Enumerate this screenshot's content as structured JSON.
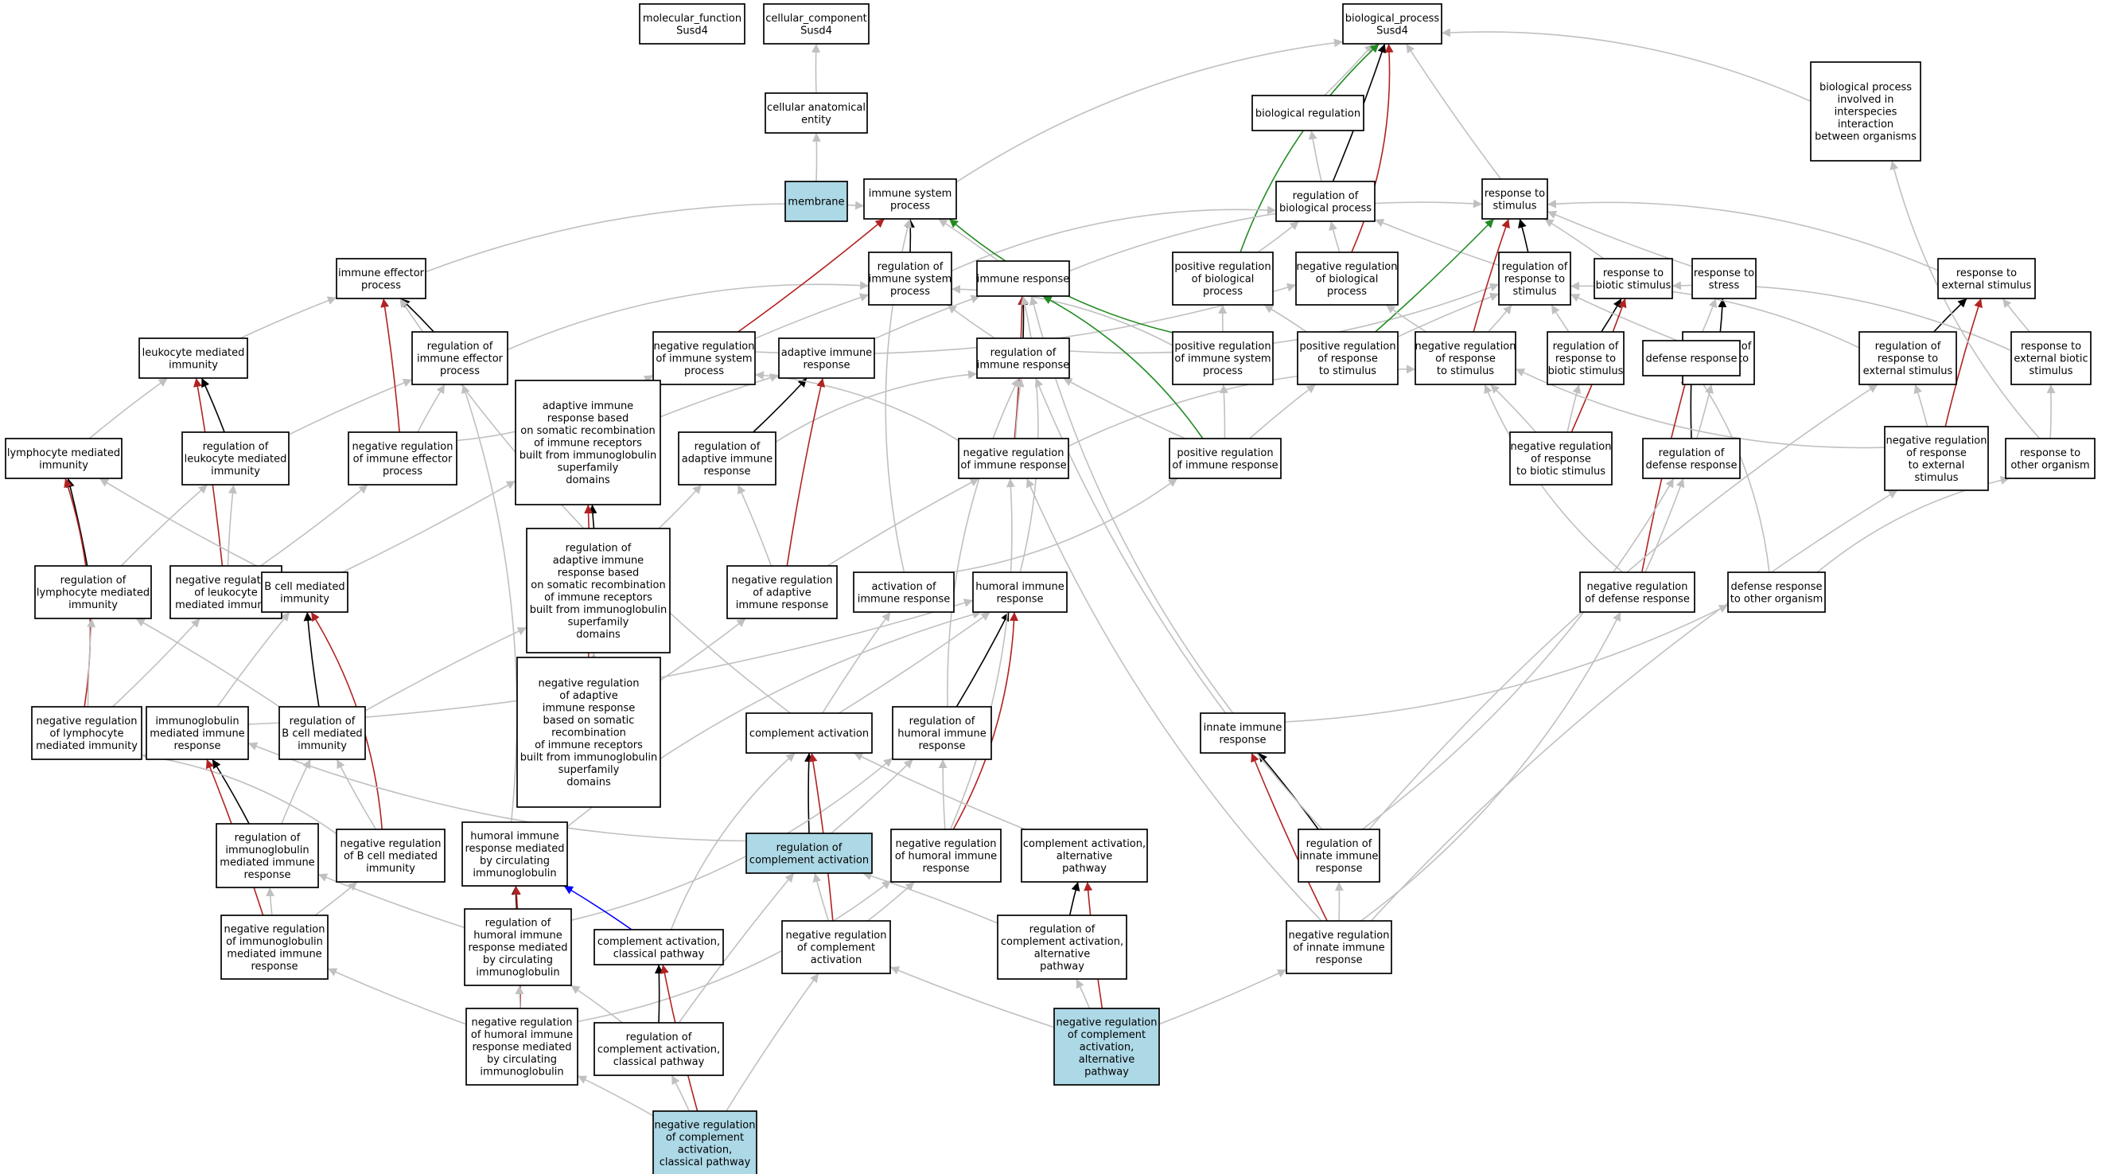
{
  "graph": {
    "title": "",
    "colors": {
      "is_a": "#c0c0c0",
      "part_of": "#000000",
      "regulates": "#000000",
      "negatively_regulates": "#b22222",
      "positively_regulates": "#228b22",
      "occurs_in": "#0000ff",
      "node_fill": "#ffffff",
      "highlight_fill": "#add8e6"
    },
    "nodes": [
      {
        "id": "mf",
        "label": "molecular_function\nSusd4"
      },
      {
        "id": "cc",
        "label": "cellular_component\nSusd4"
      },
      {
        "id": "bp",
        "label": "biological_process\nSusd4"
      },
      {
        "id": "cae",
        "label": "cellular anatomical\nentity"
      },
      {
        "id": "membrane",
        "label": "membrane",
        "highlight": true
      },
      {
        "id": "br",
        "label": "biological regulation"
      },
      {
        "id": "bpii",
        "label": "biological process\ninvolved in\ninterspecies\ninteraction\nbetween organisms"
      },
      {
        "id": "isp",
        "label": "immune system\nprocess"
      },
      {
        "id": "rbp",
        "label": "regulation of\nbiological process"
      },
      {
        "id": "rts",
        "label": "response to\nstimulus"
      },
      {
        "id": "iep",
        "label": "immune effector\nprocess"
      },
      {
        "id": "risp",
        "label": "regulation of\nimmune system\nprocess"
      },
      {
        "id": "ir",
        "label": "immune response"
      },
      {
        "id": "prbp",
        "label": "positive regulation\nof biological\nprocess"
      },
      {
        "id": "nrbp",
        "label": "negative regulation\nof biological\nprocess"
      },
      {
        "id": "rrts",
        "label": "regulation of\nresponse to\nstimulus"
      },
      {
        "id": "rtbs",
        "label": "response to\nbiotic stimulus"
      },
      {
        "id": "rtstress",
        "label": "response to\nstress"
      },
      {
        "id": "rtes",
        "label": "response to\nexternal stimulus"
      },
      {
        "id": "lmi",
        "label": "leukocyte mediated\nimmunity"
      },
      {
        "id": "riep",
        "label": "regulation of\nimmune effector\nprocess"
      },
      {
        "id": "nrisp",
        "label": "negative regulation\nof immune system\nprocess"
      },
      {
        "id": "air",
        "label": "adaptive immune\nresponse"
      },
      {
        "id": "rir",
        "label": "regulation of\nimmune response"
      },
      {
        "id": "prisp",
        "label": "positive regulation\nof immune system\nprocess"
      },
      {
        "id": "prrts",
        "label": "positive regulation\nof response\nto stimulus"
      },
      {
        "id": "nrrts",
        "label": "negative regulation\nof response\nto stimulus"
      },
      {
        "id": "rrtbs",
        "label": "regulation of\nresponse to\nbiotic stimulus"
      },
      {
        "id": "rrtstress",
        "label": "regulation of\nresponse to\nstress"
      },
      {
        "id": "dr",
        "label": "defense response"
      },
      {
        "id": "rrtes",
        "label": "regulation of\nresponse to\nexternal stimulus"
      },
      {
        "id": "rtebs",
        "label": "response to\nexternal biotic\nstimulus"
      },
      {
        "id": "lymi",
        "label": "lymphocyte mediated\nimmunity"
      },
      {
        "id": "rlmi",
        "label": "regulation of\nleukocyte mediated\nimmunity"
      },
      {
        "id": "nriep",
        "label": "negative regulation\nof immune effector\nprocess"
      },
      {
        "id": "airbsr",
        "label": "adaptive immune\nresponse based\non somatic recombination\nof immune receptors\nbuilt from immunoglobulin\nsuperfamily\ndomains"
      },
      {
        "id": "rair",
        "label": "regulation of\nadaptive immune\nresponse"
      },
      {
        "id": "nrir",
        "label": "negative regulation\nof immune response"
      },
      {
        "id": "prir",
        "label": "positive regulation\nof immune response"
      },
      {
        "id": "nrrtbs",
        "label": "negative regulation\nof response\nto biotic stimulus"
      },
      {
        "id": "rdr",
        "label": "regulation of\ndefense response"
      },
      {
        "id": "nrrtes",
        "label": "negative regulation\nof response\nto external\nstimulus"
      },
      {
        "id": "rtoo",
        "label": "response to\nother organism"
      },
      {
        "id": "rlymi",
        "label": "regulation of\nlymphocyte mediated\nimmunity"
      },
      {
        "id": "nrlmi",
        "label": "negative regulation\nof leukocyte\nmediated immunity"
      },
      {
        "id": "bcmi",
        "label": "B cell mediated\nimmunity"
      },
      {
        "id": "rairbsr",
        "label": "regulation of\nadaptive immune\nresponse based\non somatic recombination\nof immune receptors\nbuilt from immunoglobulin\nsuperfamily\ndomains"
      },
      {
        "id": "nrair",
        "label": "negative regulation\nof adaptive\nimmune response"
      },
      {
        "id": "aoir",
        "label": "activation of\nimmune response"
      },
      {
        "id": "hir",
        "label": "humoral immune\nresponse"
      },
      {
        "id": "nrdr",
        "label": "negative regulation\nof defense response"
      },
      {
        "id": "drtoo",
        "label": "defense response\nto other organism"
      },
      {
        "id": "nrlymi",
        "label": "negative regulation\nof lymphocyte\nmediated immunity"
      },
      {
        "id": "imir",
        "label": "immunoglobulin\nmediated immune\nresponse"
      },
      {
        "id": "rbcmi",
        "label": "regulation of\nB cell mediated\nimmunity"
      },
      {
        "id": "nrairbsr",
        "label": "negative regulation\nof adaptive\nimmune response\nbased on somatic\nrecombination\nof immune receptors\nbuilt from immunoglobulin\nsuperfamily\ndomains"
      },
      {
        "id": "ca",
        "label": "complement activation"
      },
      {
        "id": "rhir",
        "label": "regulation of\nhumoral immune\nresponse"
      },
      {
        "id": "iir",
        "label": "innate immune\nresponse"
      },
      {
        "id": "rimir",
        "label": "regulation of\nimmunoglobulin\nmediated immune\nresponse"
      },
      {
        "id": "nrbcmi",
        "label": "negative regulation\nof B cell mediated\nimmunity"
      },
      {
        "id": "hirmcig",
        "label": "humoral immune\nresponse mediated\nby circulating\nimmunoglobulin"
      },
      {
        "id": "rca",
        "label": "regulation of\ncomplement activation",
        "highlight": true
      },
      {
        "id": "nrhir",
        "label": "negative regulation\nof humoral immune\nresponse"
      },
      {
        "id": "caap",
        "label": "complement activation,\nalternative\npathway"
      },
      {
        "id": "riir",
        "label": "regulation of\ninnate immune\nresponse"
      },
      {
        "id": "nrimir",
        "label": "negative regulation\nof immunoglobulin\nmediated immune\nresponse"
      },
      {
        "id": "rhirmcig",
        "label": "regulation of\nhumoral immune\nresponse mediated\nby circulating\nimmunoglobulin"
      },
      {
        "id": "cacp",
        "label": "complement activation,\nclassical pathway"
      },
      {
        "id": "nrca",
        "label": "negative regulation\nof complement\nactivation"
      },
      {
        "id": "rcaap",
        "label": "regulation of\ncomplement activation,\nalternative\npathway"
      },
      {
        "id": "nriir",
        "label": "negative regulation\nof innate immune\nresponse"
      },
      {
        "id": "nrhirmcig",
        "label": "negative regulation\nof humoral immune\nresponse mediated\nby circulating\nimmunoglobulin"
      },
      {
        "id": "rcacp",
        "label": "regulation of\ncomplement activation,\nclassical pathway"
      },
      {
        "id": "nrcaap",
        "label": "negative regulation\nof complement\nactivation,\nalternative\npathway",
        "highlight": true
      },
      {
        "id": "nrcacp",
        "label": "negative regulation\nof complement\nactivation,\nclassical pathway",
        "highlight": true
      }
    ],
    "edges": [
      [
        "cae",
        "cc",
        "is_a"
      ],
      [
        "membrane",
        "cae",
        "is_a"
      ],
      [
        "isp",
        "bp",
        "is_a"
      ],
      [
        "br",
        "bp",
        "is_a"
      ],
      [
        "rbp",
        "br",
        "is_a"
      ],
      [
        "rbp",
        "bp",
        "regulates"
      ],
      [
        "rts",
        "bp",
        "is_a"
      ],
      [
        "bpii",
        "bp",
        "is_a"
      ],
      [
        "prbp",
        "bp",
        "positively_regulates"
      ],
      [
        "nrbp",
        "bp",
        "negatively_regulates"
      ],
      [
        "iep",
        "isp",
        "is_a"
      ],
      [
        "risp",
        "isp",
        "regulates"
      ],
      [
        "risp",
        "rbp",
        "is_a"
      ],
      [
        "ir",
        "isp",
        "is_a"
      ],
      [
        "ir",
        "rts",
        "is_a"
      ],
      [
        "prbp",
        "rbp",
        "is_a"
      ],
      [
        "nrbp",
        "rbp",
        "is_a"
      ],
      [
        "rrts",
        "rts",
        "regulates"
      ],
      [
        "rrts",
        "rbp",
        "is_a"
      ],
      [
        "rtbs",
        "rts",
        "is_a"
      ],
      [
        "rtstress",
        "rts",
        "is_a"
      ],
      [
        "rtes",
        "rts",
        "is_a"
      ],
      [
        "lmi",
        "iep",
        "is_a"
      ],
      [
        "riep",
        "iep",
        "regulates"
      ],
      [
        "riep",
        "risp",
        "is_a"
      ],
      [
        "nrisp",
        "isp",
        "negatively_regulates"
      ],
      [
        "nrisp",
        "risp",
        "is_a"
      ],
      [
        "nrisp",
        "nrbp",
        "is_a"
      ],
      [
        "air",
        "ir",
        "is_a"
      ],
      [
        "rir",
        "ir",
        "regulates"
      ],
      [
        "rir",
        "risp",
        "is_a"
      ],
      [
        "rir",
        "rrts",
        "is_a"
      ],
      [
        "prisp",
        "isp",
        "positively_regulates"
      ],
      [
        "prisp",
        "risp",
        "is_a"
      ],
      [
        "prisp",
        "prbp",
        "is_a"
      ],
      [
        "prrts",
        "rts",
        "positively_regulates"
      ],
      [
        "prrts",
        "rrts",
        "is_a"
      ],
      [
        "prrts",
        "prbp",
        "is_a"
      ],
      [
        "nrrts",
        "rts",
        "negatively_regulates"
      ],
      [
        "nrrts",
        "rrts",
        "is_a"
      ],
      [
        "nrrts",
        "nrbp",
        "is_a"
      ],
      [
        "rrtbs",
        "rtbs",
        "regulates"
      ],
      [
        "rrtbs",
        "rrts",
        "is_a"
      ],
      [
        "rrtstress",
        "rtstress",
        "regulates"
      ],
      [
        "rrtstress",
        "rrts",
        "is_a"
      ],
      [
        "dr",
        "rtstress",
        "is_a"
      ],
      [
        "rrtes",
        "rtes",
        "regulates"
      ],
      [
        "rrtes",
        "rrts",
        "is_a"
      ],
      [
        "rtebs",
        "rtes",
        "is_a"
      ],
      [
        "rtebs",
        "rtbs",
        "is_a"
      ],
      [
        "lymi",
        "lmi",
        "is_a"
      ],
      [
        "rlmi",
        "lmi",
        "regulates"
      ],
      [
        "rlmi",
        "riep",
        "is_a"
      ],
      [
        "nriep",
        "iep",
        "negatively_regulates"
      ],
      [
        "nriep",
        "riep",
        "is_a"
      ],
      [
        "nriep",
        "nrisp",
        "is_a"
      ],
      [
        "airbsr",
        "air",
        "is_a"
      ],
      [
        "rair",
        "air",
        "regulates"
      ],
      [
        "rair",
        "rir",
        "is_a"
      ],
      [
        "nrir",
        "ir",
        "negatively_regulates"
      ],
      [
        "nrir",
        "rir",
        "is_a"
      ],
      [
        "nrir",
        "nrisp",
        "is_a"
      ],
      [
        "nrir",
        "nrrts",
        "is_a"
      ],
      [
        "prir",
        "ir",
        "positively_regulates"
      ],
      [
        "prir",
        "rir",
        "is_a"
      ],
      [
        "prir",
        "prisp",
        "is_a"
      ],
      [
        "prir",
        "prrts",
        "is_a"
      ],
      [
        "nrrtbs",
        "rtbs",
        "negatively_regulates"
      ],
      [
        "nrrtbs",
        "rrtbs",
        "is_a"
      ],
      [
        "nrrtbs",
        "nrrts",
        "is_a"
      ],
      [
        "rdr",
        "dr",
        "regulates"
      ],
      [
        "rdr",
        "rrtstress",
        "is_a"
      ],
      [
        "nrrtes",
        "rtes",
        "negatively_regulates"
      ],
      [
        "nrrtes",
        "rrtes",
        "is_a"
      ],
      [
        "nrrtes",
        "nrrts",
        "is_a"
      ],
      [
        "rtoo",
        "rtebs",
        "is_a"
      ],
      [
        "rtoo",
        "bpii",
        "is_a"
      ],
      [
        "rlymi",
        "lymi",
        "regulates"
      ],
      [
        "rlymi",
        "rlmi",
        "is_a"
      ],
      [
        "nrlmi",
        "lmi",
        "negatively_regulates"
      ],
      [
        "nrlmi",
        "rlmi",
        "is_a"
      ],
      [
        "nrlmi",
        "nriep",
        "is_a"
      ],
      [
        "bcmi",
        "lymi",
        "is_a"
      ],
      [
        "bcmi",
        "airbsr",
        "is_a"
      ],
      [
        "rairbsr",
        "airbsr",
        "regulates"
      ],
      [
        "rairbsr",
        "rair",
        "is_a"
      ],
      [
        "nrair",
        "air",
        "negatively_regulates"
      ],
      [
        "nrair",
        "rair",
        "is_a"
      ],
      [
        "nrair",
        "nrir",
        "is_a"
      ],
      [
        "aoir",
        "prir",
        "is_a"
      ],
      [
        "aoir",
        "isp",
        "is_a"
      ],
      [
        "hir",
        "ir",
        "is_a"
      ],
      [
        "nrdr",
        "dr",
        "negatively_regulates"
      ],
      [
        "nrdr",
        "rdr",
        "is_a"
      ],
      [
        "nrdr",
        "nrrts",
        "is_a"
      ],
      [
        "drtoo",
        "dr",
        "is_a"
      ],
      [
        "drtoo",
        "rtoo",
        "is_a"
      ],
      [
        "nrlymi",
        "lymi",
        "negatively_regulates"
      ],
      [
        "nrlymi",
        "rlymi",
        "is_a"
      ],
      [
        "nrlymi",
        "nrlmi",
        "is_a"
      ],
      [
        "imir",
        "bcmi",
        "is_a"
      ],
      [
        "imir",
        "hir",
        "is_a"
      ],
      [
        "rbcmi",
        "bcmi",
        "regulates"
      ],
      [
        "rbcmi",
        "rlymi",
        "is_a"
      ],
      [
        "rbcmi",
        "rairbsr",
        "is_a"
      ],
      [
        "nrairbsr",
        "airbsr",
        "negatively_regulates"
      ],
      [
        "nrairbsr",
        "rairbsr",
        "is_a"
      ],
      [
        "nrairbsr",
        "nrair",
        "is_a"
      ],
      [
        "ca",
        "aoir",
        "is_a"
      ],
      [
        "ca",
        "hir",
        "is_a"
      ],
      [
        "ca",
        "iep",
        "is_a"
      ],
      [
        "rhir",
        "hir",
        "regulates"
      ],
      [
        "rhir",
        "rir",
        "is_a"
      ],
      [
        "iir",
        "drtoo",
        "is_a"
      ],
      [
        "iir",
        "ir",
        "is_a"
      ],
      [
        "rimir",
        "imir",
        "regulates"
      ],
      [
        "rimir",
        "rbcmi",
        "is_a"
      ],
      [
        "nrbcmi",
        "bcmi",
        "negatively_regulates"
      ],
      [
        "nrbcmi",
        "rbcmi",
        "is_a"
      ],
      [
        "nrbcmi",
        "nrlymi",
        "is_a"
      ],
      [
        "hirmcig",
        "hir",
        "is_a"
      ],
      [
        "hirmcig",
        "riep",
        "is_a"
      ],
      [
        "rca",
        "ca",
        "regulates"
      ],
      [
        "rca",
        "rhir",
        "is_a"
      ],
      [
        "rca",
        "imir",
        "is_a"
      ],
      [
        "nrhir",
        "hir",
        "negatively_regulates"
      ],
      [
        "nrhir",
        "rhir",
        "is_a"
      ],
      [
        "nrhir",
        "nrir",
        "is_a"
      ],
      [
        "caap",
        "ca",
        "is_a"
      ],
      [
        "riir",
        "iir",
        "regulates"
      ],
      [
        "riir",
        "rir",
        "is_a"
      ],
      [
        "riir",
        "rdr",
        "is_a"
      ],
      [
        "riir",
        "rrtes",
        "is_a"
      ],
      [
        "nrimir",
        "imir",
        "negatively_regulates"
      ],
      [
        "nrimir",
        "rimir",
        "is_a"
      ],
      [
        "nrimir",
        "nrbcmi",
        "is_a"
      ],
      [
        "rhirmcig",
        "hirmcig",
        "regulates"
      ],
      [
        "rhirmcig",
        "rhir",
        "is_a"
      ],
      [
        "rhirmcig",
        "rimir",
        "is_a"
      ],
      [
        "cacp",
        "hirmcig",
        "occurs_in"
      ],
      [
        "cacp",
        "ca",
        "is_a"
      ],
      [
        "nrca",
        "ca",
        "negatively_regulates"
      ],
      [
        "nrca",
        "rca",
        "is_a"
      ],
      [
        "nrca",
        "nrhir",
        "is_a"
      ],
      [
        "rcaap",
        "caap",
        "regulates"
      ],
      [
        "rcaap",
        "rca",
        "is_a"
      ],
      [
        "nriir",
        "iir",
        "negatively_regulates"
      ],
      [
        "nriir",
        "riir",
        "is_a"
      ],
      [
        "nriir",
        "nrir",
        "is_a"
      ],
      [
        "nriir",
        "nrdr",
        "is_a"
      ],
      [
        "nriir",
        "nrrtes",
        "is_a"
      ],
      [
        "nrhirmcig",
        "hirmcig",
        "negatively_regulates"
      ],
      [
        "nrhirmcig",
        "rhirmcig",
        "is_a"
      ],
      [
        "nrhirmcig",
        "nrhir",
        "is_a"
      ],
      [
        "nrhirmcig",
        "nrimir",
        "is_a"
      ],
      [
        "rcacp",
        "cacp",
        "regulates"
      ],
      [
        "rcacp",
        "rca",
        "is_a"
      ],
      [
        "rcacp",
        "rhirmcig",
        "is_a"
      ],
      [
        "nrcaap",
        "caap",
        "negatively_regulates"
      ],
      [
        "nrcaap",
        "rcaap",
        "is_a"
      ],
      [
        "nrcaap",
        "nrca",
        "is_a"
      ],
      [
        "nrcaap",
        "nriir",
        "is_a"
      ],
      [
        "nrcacp",
        "cacp",
        "negatively_regulates"
      ],
      [
        "nrcacp",
        "rcacp",
        "is_a"
      ],
      [
        "nrcacp",
        "nrca",
        "is_a"
      ],
      [
        "nrcacp",
        "nrhirmcig",
        "is_a"
      ]
    ]
  }
}
